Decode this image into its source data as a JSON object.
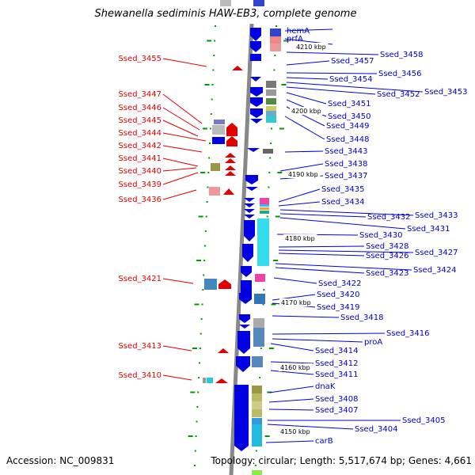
{
  "title": "Shewanella sediminis HAW-EB3, complete genome",
  "accession": "Accession: NC_009831",
  "topology": "Topology: circular; Length: 5,517,674 bp; Genes: 4,661",
  "kbp_labels": [
    "4210 kbp",
    "4200 kbp",
    "4190 kbp",
    "4180 kbp",
    "4170 kbp",
    "4160 kbp",
    "4150 kbp"
  ],
  "left_labels": [
    "Ssed_3455",
    "Ssed_3447",
    "Ssed_3446",
    "Ssed_3445",
    "Ssed_3444",
    "Ssed_3442",
    "Ssed_3441",
    "Ssed_3440",
    "Ssed_3439",
    "Ssed_3436",
    "Ssed_3421",
    "Ssed_3413",
    "Ssed_3410"
  ],
  "right_labels": [
    "hemA",
    "prfA",
    "Ssed_3458",
    "Ssed_3457",
    "Ssed_3456",
    "Ssed_3454",
    "Ssed_3453",
    "Ssed_3452",
    "Ssed_3451",
    "Ssed_3450",
    "Ssed_3449",
    "Ssed_3448",
    "Ssed_3443",
    "Ssed_3438",
    "Ssed_3437",
    "Ssed_3435",
    "Ssed_3434",
    "Ssed_3433",
    "Ssed_3432",
    "Ssed_3431",
    "Ssed_3430",
    "Ssed_3428",
    "Ssed_3427",
    "Ssed_3426",
    "Ssed_3424",
    "Ssed_3423",
    "Ssed_3422",
    "Ssed_3420",
    "Ssed_3419",
    "Ssed_3418",
    "Ssed_3416",
    "proA",
    "Ssed_3414",
    "Ssed_3412",
    "Ssed_3411",
    "dnaK",
    "Ssed_3408",
    "Ssed_3407",
    "Ssed_3405",
    "Ssed_3404",
    "carB"
  ],
  "colors": {
    "forward_strand": "#0000e0",
    "reverse_strand": "#e00000",
    "left_label": "#e00000",
    "right_label": "#0000c8",
    "backbone": "#888888",
    "tick": "#009900"
  }
}
